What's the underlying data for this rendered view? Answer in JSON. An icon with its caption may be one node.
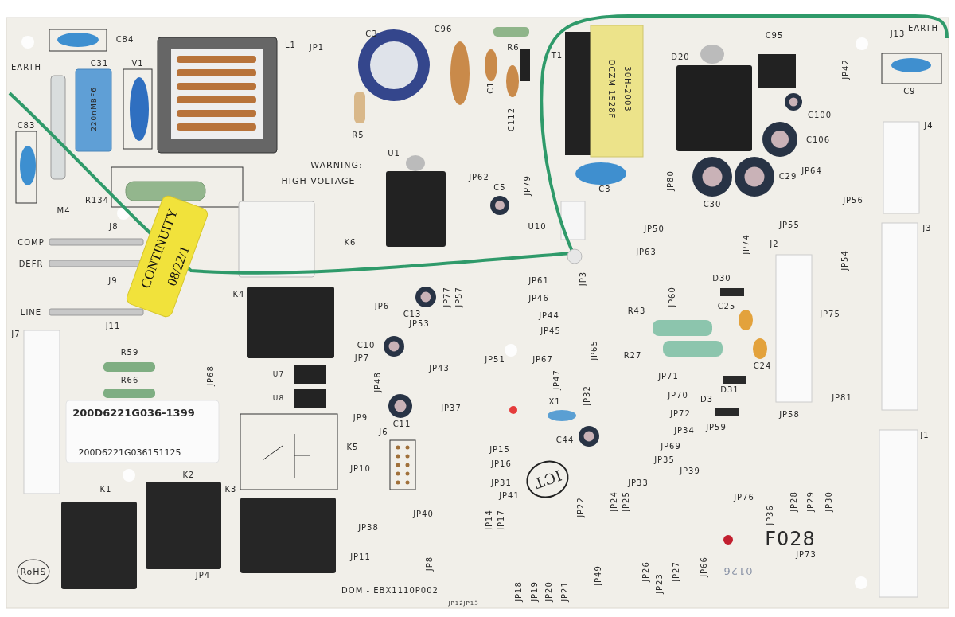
{
  "diagram": {
    "labels": [
      "C84",
      "L1",
      "JP1",
      "C3",
      "C96",
      "R6",
      "T1",
      "C95",
      "EARTH",
      "J13",
      "D20",
      "EARTH",
      "C31",
      "V1",
      "220nMBF6",
      "JP42",
      "C1",
      "C9",
      "C112",
      "30H-2003",
      "DCZM 1528F",
      "C100",
      "C83",
      "J4",
      "R5",
      "C106",
      "U1",
      "WARNING:",
      "HIGH VOLTAGE",
      "JP62",
      "C5",
      "JP79",
      "C3",
      "JP80",
      "C29",
      "JP64",
      "R134",
      "JP56",
      "C30",
      "M4",
      "U10",
      "JP55",
      "J8",
      "J3",
      "JP50",
      "K6",
      "COMP",
      "JP74",
      "J2",
      "JP63",
      "JP54",
      "DEFR",
      "JP3",
      "D30",
      "JP61",
      "J9",
      "K4",
      "JP60",
      "JP77",
      "JP57",
      "JP46",
      "JP6",
      "C25",
      "LINE",
      "C13",
      "JP75",
      "JP44",
      "R43",
      "JP53",
      "J11",
      "JP45",
      "J7",
      "C10",
      "JP65",
      "R59",
      "R27",
      "JP7",
      "JP51",
      "JP67",
      "C24",
      "JP43",
      "U7",
      "JP68",
      "JP71",
      "R66",
      "JP47",
      "JP48",
      "D31",
      "U8",
      "JP70",
      "JP32",
      "JP81",
      "D3",
      "X1",
      "JP37",
      "200D6221G036-1399",
      "JP72",
      "JP58",
      "JP9",
      "C11",
      "JP59",
      "JP34",
      "J1",
      "C44",
      "J6",
      "K5",
      "JP69",
      "JP15",
      "200D6221G036151125",
      "JP35",
      "K2",
      "JP16",
      "JP10",
      "JP39",
      "ICT",
      "JP31",
      "JP33",
      "K1",
      "JP41",
      "JP76",
      "JP28",
      "JP29",
      "JP30",
      "JP24",
      "JP25",
      "JP22",
      "JP40",
      "JP36",
      "JP14",
      "JP17",
      "JP38",
      "K3",
      "F028",
      "JP73",
      "JP11",
      "JP8",
      "JP66",
      "RoHS",
      "0126",
      "JP26",
      "JP27",
      "JP4",
      "JP49",
      "JP23",
      "DOM - EBX1110P002",
      "JP18",
      "JP19",
      "JP20",
      "JP21",
      "JP12",
      "JP13",
      "CONTINUITY",
      "08/22/1"
    ]
  }
}
